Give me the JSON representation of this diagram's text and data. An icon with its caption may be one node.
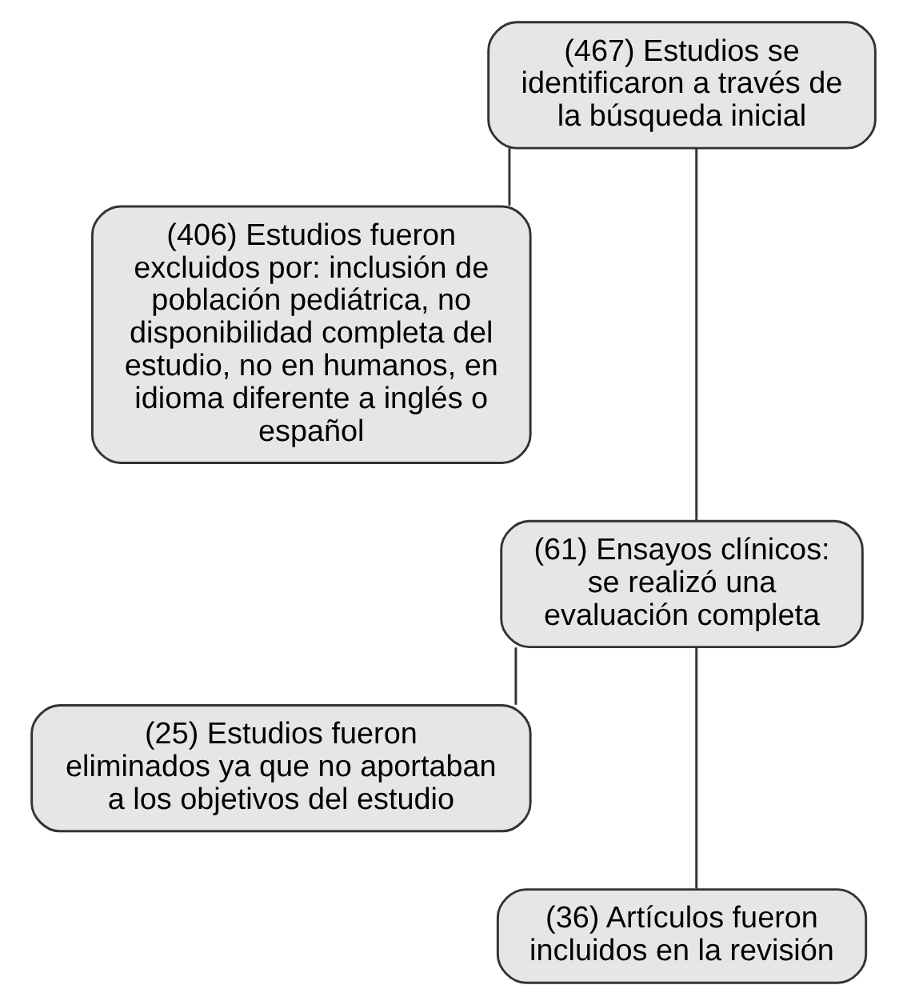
{
  "diagram": {
    "nodes": [
      {
        "text": [
          "(467) Estudios se identificaron a través de la búsqueda inicial"
        ]
      },
      {
        "text": [
          "(406) Estudios fueron excluidos por: inclusión de población pediátrica, no disponibilidad completa del estudio, no en humanos, en idioma diferente a inglés o español"
        ]
      },
      {
        "text": [
          "(61) Ensayos clínicos: se realizó una evaluación completa"
        ]
      },
      {
        "text": [
          "(25) Estudios fueron eliminados ya que no aportaban a los objetivos del estudio"
        ]
      },
      {
        "text": [
          "(36) Artículos fueron incluidos en la revisión"
        ]
      }
    ],
    "edges": [
      {
        "from": 0,
        "to": 1,
        "arrow": "none"
      },
      {
        "from": 0,
        "to": 2,
        "arrow": "none"
      },
      {
        "from": 2,
        "to": 3,
        "arrow": "none"
      },
      {
        "from": 2,
        "to": 4,
        "arrow": "none"
      }
    ]
  }
}
